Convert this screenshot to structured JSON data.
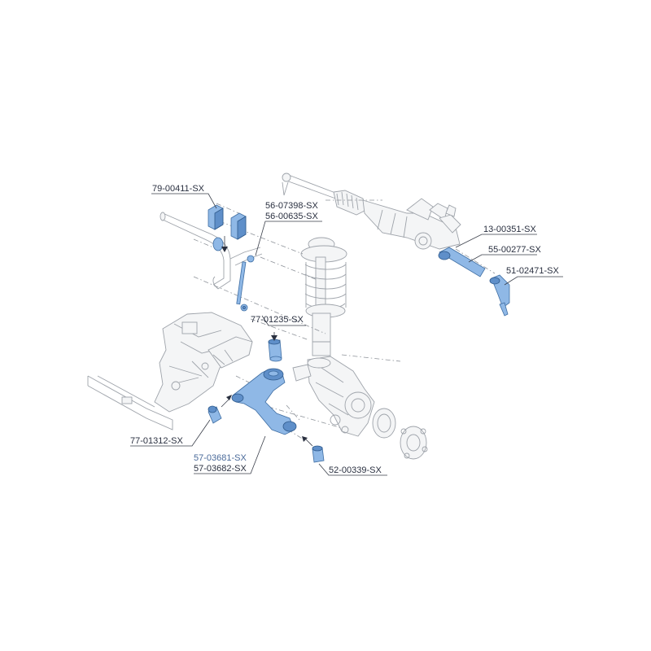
{
  "diagram": {
    "labels": {
      "stab_bushing": "79-00411-SX",
      "stab_link_a": "56-07398-SX",
      "stab_link_b": "56-00635-SX",
      "steering_rack": "13-00351-SX",
      "inner_tie_rod": "55-00277-SX",
      "outer_tie_rod": "51-02471-SX",
      "arm_bushing_top": "77-01235-SX",
      "arm_bushing_front": "77-01312-SX",
      "control_arm_left": "57-03681-SX",
      "control_arm_right": "57-03682-SX",
      "ball_joint": "52-00339-SX"
    },
    "colors": {
      "part_fill": "#8fb8e6",
      "part_stroke": "#3f6ea3",
      "line_gray": "#9ea3aa",
      "label_text": "#2a3040",
      "label_highlight": "#4a6a9a"
    }
  }
}
